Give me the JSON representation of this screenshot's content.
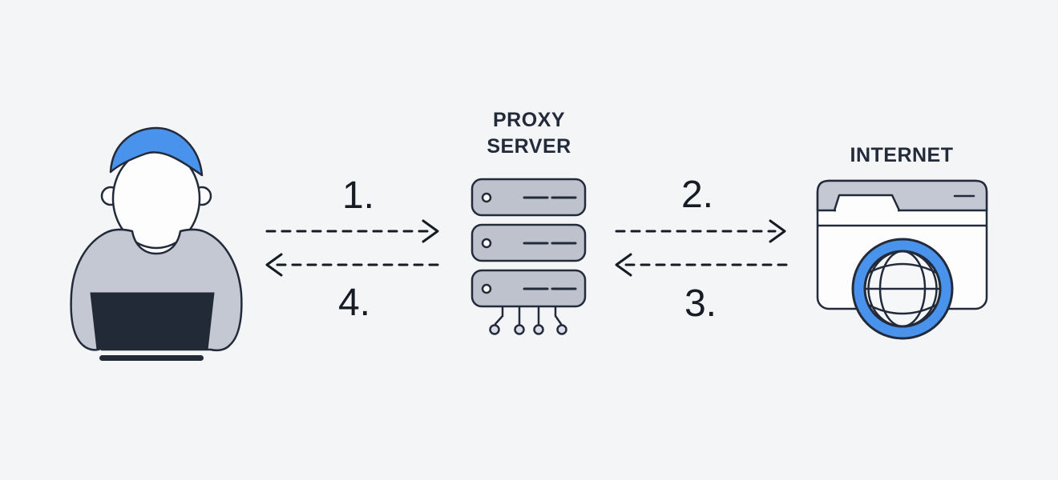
{
  "diagram": {
    "title": "proxy-flow-diagram",
    "nodes": {
      "user": {
        "icon": "person-at-laptop-icon"
      },
      "proxy": {
        "label_line1": "PROXY",
        "label_line2": "SERVER",
        "icon": "server-stack-icon",
        "rack_units": 3
      },
      "internet": {
        "label": "INTERNET",
        "icon": "browser-globe-icon"
      }
    },
    "flows": [
      {
        "label": "1.",
        "direction": "right",
        "from": "user",
        "to": "proxy"
      },
      {
        "label": "2.",
        "direction": "right",
        "from": "proxy",
        "to": "internet"
      },
      {
        "label": "3.",
        "direction": "left",
        "from": "internet",
        "to": "proxy"
      },
      {
        "label": "4.",
        "direction": "left",
        "from": "proxy",
        "to": "user"
      }
    ]
  },
  "colors": {
    "bg": "#f4f5f7",
    "ink": "#232b3a",
    "number-ink": "#171c24",
    "accent": "#4a93ec",
    "gray-fill": "#c3c8d2",
    "server-fill": "#bdc2cd",
    "connector-fill": "#d9dbe8",
    "laptop-fill": "#232a37",
    "white": "#fdfdfe",
    "globe-inner": "#f6f7f9"
  }
}
